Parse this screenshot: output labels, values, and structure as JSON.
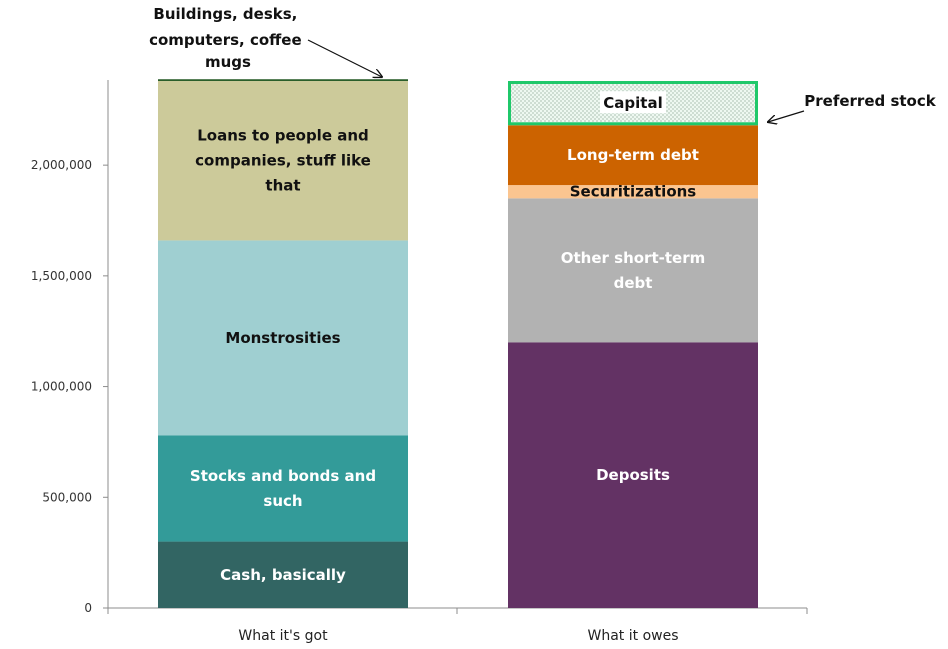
{
  "chart_data": {
    "type": "bar",
    "stacked": true,
    "categories": [
      "What it's got",
      "What it owes"
    ],
    "ylim": [
      0,
      2400000
    ],
    "yticks": [
      0,
      500000,
      1000000,
      1500000,
      2000000
    ],
    "ytick_labels": [
      "0",
      "500,000",
      "1,000,000",
      "1,500,000",
      "2,000,000"
    ],
    "grid": false,
    "series": [
      {
        "category": "What it's got",
        "segments": [
          {
            "label": "Cash, basically",
            "value": 300000,
            "color": "#326563",
            "text_color": "#ffffff"
          },
          {
            "label": "Stocks and bonds and such",
            "value": 480000,
            "color": "#339b99",
            "text_color": "#ffffff"
          },
          {
            "label": "Monstrosities",
            "value": 880000,
            "color": "#9fcfd1",
            "text_color": "#111111"
          },
          {
            "label": "Loans to people and companies, stuff like that",
            "value": 720000,
            "color": "#ccca9a",
            "text_color": "#111111"
          },
          {
            "label": "",
            "value": 8000,
            "color": "#2a5e2a",
            "text_color": "#111111"
          }
        ]
      },
      {
        "category": "What it owes",
        "segments": [
          {
            "label": "Deposits",
            "value": 1200000,
            "color": "#633264",
            "text_color": "#ffffff"
          },
          {
            "label": "Other short-term debt",
            "value": 650000,
            "color": "#b2b2b2",
            "text_color": "#ffffff"
          },
          {
            "label": "Securitizations",
            "value": 60000,
            "color": "#fbc590",
            "text_color": "#111111"
          },
          {
            "label": "Long-term debt",
            "value": 270000,
            "color": "#cc6300",
            "text_color": "#ffffff"
          },
          {
            "label": "Capital",
            "value": 200000,
            "color": "#e9f6ee",
            "text_color": "#111111",
            "border": "#1fc86a",
            "pattern": "dots"
          }
        ]
      }
    ],
    "annotations": [
      {
        "text": "Buildings, desks, computers, coffee mugs",
        "lines": [
          "Buildings, desks,",
          "computers, coffee",
          "mugs"
        ],
        "points_to": "What it's got top segment"
      },
      {
        "text": "Preferred stock",
        "lines": [
          "Preferred stock"
        ],
        "points_to": "Capital"
      }
    ]
  }
}
